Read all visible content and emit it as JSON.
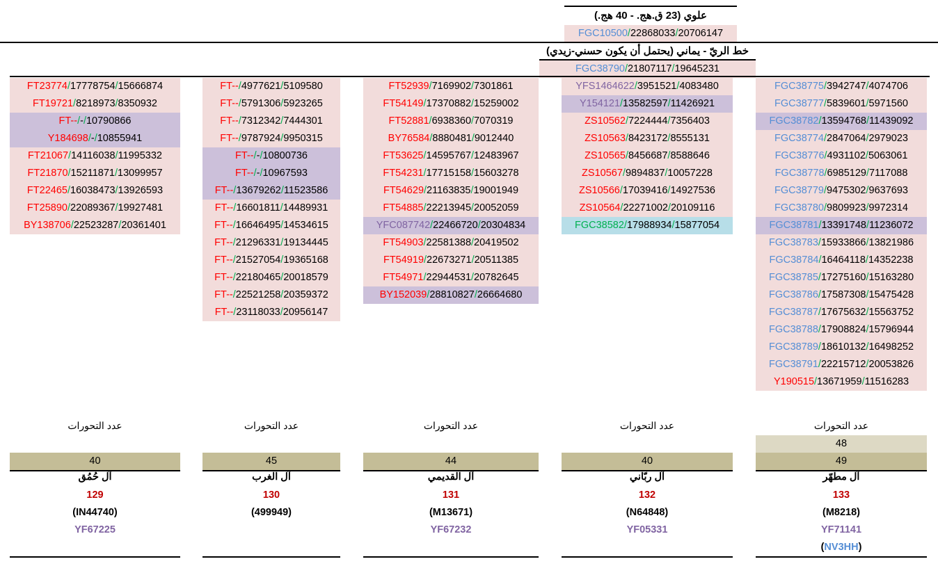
{
  "top": {
    "title1": "علوي (23 ق.هج. - 40 هج.)",
    "row1": {
      "snp": "FGC10500",
      "pos1": "22868033",
      "pos2": "20706147",
      "bg": "pink",
      "snp_color": "blue"
    },
    "title2": "خط الريّ - يماني (يحتمل أن يكون حسني-زيدي)",
    "row2": {
      "snp": "FGC38790",
      "pos1": "21807117",
      "pos2": "19645231",
      "bg": "pink",
      "snp_color": "blue"
    }
  },
  "columns": [
    {
      "rows": [
        {
          "snp": "FT23774",
          "pos1": "17778754",
          "pos2": "15666874",
          "bg": "pink",
          "snp_color": "red"
        },
        {
          "snp": "FT19721",
          "pos1": "8218973",
          "pos2": "8350932",
          "bg": "pink",
          "snp_color": "red"
        },
        {
          "snp": "FT--",
          "pos1": "-",
          "pos2": "10790866",
          "bg": "purple",
          "snp_color": "red"
        },
        {
          "snp": "Y184698",
          "pos1": "-",
          "pos2": "10855941",
          "bg": "purple",
          "snp_color": "red"
        },
        {
          "snp": "FT21067",
          "pos1": "14116038",
          "pos2": "11995332",
          "bg": "pink",
          "snp_color": "red"
        },
        {
          "snp": "FT21870",
          "pos1": "15211871",
          "pos2": "13099957",
          "bg": "pink",
          "snp_color": "red"
        },
        {
          "snp": "FT22465",
          "pos1": "16038473",
          "pos2": "13926593",
          "bg": "pink",
          "snp_color": "red"
        },
        {
          "snp": "FT25890",
          "pos1": "22089367",
          "pos2": "19927481",
          "bg": "pink",
          "snp_color": "red"
        },
        {
          "snp": "BY138706",
          "pos1": "22523287",
          "pos2": "20361401",
          "bg": "pink",
          "snp_color": "red"
        }
      ],
      "footer": {
        "label": "عدد التحورات",
        "counts": [
          "40"
        ],
        "name": "آل حُمُق",
        "number": "129",
        "haplo": "(IN44740)",
        "sub": "YF67225"
      }
    },
    {
      "rows": [
        {
          "snp": "FT--",
          "pos1": "4977621",
          "pos2": "5109580",
          "bg": "pink",
          "snp_color": "red"
        },
        {
          "snp": "FT--",
          "pos1": "5791306",
          "pos2": "5923265",
          "bg": "pink",
          "snp_color": "red"
        },
        {
          "snp": "FT--",
          "pos1": "7312342",
          "pos2": "7444301",
          "bg": "pink",
          "snp_color": "red"
        },
        {
          "snp": "FT--",
          "pos1": "9787924",
          "pos2": "9950315",
          "bg": "pink",
          "snp_color": "red"
        },
        {
          "snp": "FT--",
          "pos1": "-",
          "pos2": "10800736",
          "bg": "purple",
          "snp_color": "red"
        },
        {
          "snp": "FT--",
          "pos1": "-",
          "pos2": "10967593",
          "bg": "purple",
          "snp_color": "red"
        },
        {
          "snp": "FT--",
          "pos1": "13679262",
          "pos2": "11523586",
          "bg": "purple",
          "snp_color": "red"
        },
        {
          "snp": "FT--",
          "pos1": "16601811",
          "pos2": "14489931",
          "bg": "pink",
          "snp_color": "red"
        },
        {
          "snp": "FT--",
          "pos1": "16646495",
          "pos2": "14534615",
          "bg": "pink",
          "snp_color": "red"
        },
        {
          "snp": "FT--",
          "pos1": "21296331",
          "pos2": "19134445",
          "bg": "pink",
          "snp_color": "red"
        },
        {
          "snp": "FT--",
          "pos1": "21527054",
          "pos2": "19365168",
          "bg": "pink",
          "snp_color": "red"
        },
        {
          "snp": "FT--",
          "pos1": "22180465",
          "pos2": "20018579",
          "bg": "pink",
          "snp_color": "red"
        },
        {
          "snp": "FT--",
          "pos1": "22521258",
          "pos2": "20359372",
          "bg": "pink",
          "snp_color": "red"
        },
        {
          "snp": "FT--",
          "pos1": "23118033",
          "pos2": "20956147",
          "bg": "pink",
          "snp_color": "red"
        }
      ],
      "footer": {
        "label": "عدد التحورات",
        "counts": [
          "45"
        ],
        "name": "آل الغرب",
        "number": "130",
        "haplo": "(499949)",
        "sub": ""
      }
    },
    {
      "rows": [
        {
          "snp": "FT52939",
          "pos1": "7169902",
          "pos2": "7301861",
          "bg": "pink",
          "snp_color": "red"
        },
        {
          "snp": "FT54149",
          "pos1": "17370882",
          "pos2": "15259002",
          "bg": "pink",
          "snp_color": "red"
        },
        {
          "snp": "FT52881",
          "pos1": "6938360",
          "pos2": "7070319",
          "bg": "pink",
          "snp_color": "red"
        },
        {
          "snp": "BY76584",
          "pos1": "8880481",
          "pos2": "9012440",
          "bg": "pink",
          "snp_color": "red"
        },
        {
          "snp": "FT53625",
          "pos1": "14595767",
          "pos2": "12483967",
          "bg": "pink",
          "snp_color": "red"
        },
        {
          "snp": "FT54231",
          "pos1": "17715158",
          "pos2": "15603278",
          "bg": "pink",
          "snp_color": "red"
        },
        {
          "snp": "FT54629",
          "pos1": "21163835",
          "pos2": "19001949",
          "bg": "pink",
          "snp_color": "red"
        },
        {
          "snp": "FT54885",
          "pos1": "22213945",
          "pos2": "20052059",
          "bg": "pink",
          "snp_color": "red"
        },
        {
          "snp": "YFC087742",
          "pos1": "22466720",
          "pos2": "20304834",
          "bg": "purple",
          "snp_color": "purple"
        },
        {
          "snp": "FT54903",
          "pos1": "22581388",
          "pos2": "20419502",
          "bg": "pink",
          "snp_color": "red"
        },
        {
          "snp": "FT54919",
          "pos1": "22673271",
          "pos2": "20511385",
          "bg": "pink",
          "snp_color": "red"
        },
        {
          "snp": "FT54971",
          "pos1": "22944531",
          "pos2": "20782645",
          "bg": "pink",
          "snp_color": "red"
        },
        {
          "snp": "BY152039",
          "pos1": "28810827",
          "pos2": "26664680",
          "bg": "purple",
          "snp_color": "red"
        }
      ],
      "footer": {
        "label": "عدد التحورات",
        "counts": [
          "44"
        ],
        "name": "آل القديمي",
        "number": "131",
        "haplo": "(M13671)",
        "sub": "YF67232"
      }
    },
    {
      "rows": [
        {
          "snp": "YFS1464622",
          "pos1": "3951521",
          "pos2": "4083480",
          "bg": "pink",
          "snp_color": "purple"
        },
        {
          "snp": "Y154121",
          "pos1": "13582597",
          "pos2": "11426921",
          "bg": "purple",
          "snp_color": "purple"
        },
        {
          "snp": "ZS10562",
          "pos1": "7224444",
          "pos2": "7356403",
          "bg": "pink",
          "snp_color": "red"
        },
        {
          "snp": "ZS10563",
          "pos1": "8423172",
          "pos2": "8555131",
          "bg": "pink",
          "snp_color": "red"
        },
        {
          "snp": "ZS10565",
          "pos1": "8456687",
          "pos2": "8588646",
          "bg": "pink",
          "snp_color": "red"
        },
        {
          "snp": "ZS10567",
          "pos1": "9894837",
          "pos2": "10057228",
          "bg": "pink",
          "snp_color": "red"
        },
        {
          "snp": "ZS10566",
          "pos1": "17039416",
          "pos2": "14927536",
          "bg": "pink",
          "snp_color": "red"
        },
        {
          "snp": "ZS10564",
          "pos1": "22271002",
          "pos2": "20109116",
          "bg": "pink",
          "snp_color": "red"
        },
        {
          "snp": "FGC38582",
          "pos1": "17988934",
          "pos2": "15877054",
          "bg": "cyan",
          "snp_color": "green"
        }
      ],
      "footer": {
        "label": "عدد التحورات",
        "counts": [
          "40"
        ],
        "name": "آل ربّاني",
        "number": "132",
        "haplo": "(N64848)",
        "sub": "YF05331"
      }
    },
    {
      "rows": [
        {
          "snp": "FGC38775",
          "pos1": "3942747",
          "pos2": "4074706",
          "bg": "pink",
          "snp_color": "blue"
        },
        {
          "snp": "FGC38777",
          "pos1": "5839601",
          "pos2": "5971560",
          "bg": "pink",
          "snp_color": "blue"
        },
        {
          "snp": "FGC38782",
          "pos1": "13594768",
          "pos2": "11439092",
          "bg": "purple",
          "snp_color": "blue"
        },
        {
          "snp": "FGC38774",
          "pos1": "2847064",
          "pos2": "2979023",
          "bg": "pink",
          "snp_color": "blue"
        },
        {
          "snp": "FGC38776",
          "pos1": "4931102",
          "pos2": "5063061",
          "bg": "pink",
          "snp_color": "blue"
        },
        {
          "snp": "FGC38778",
          "pos1": "6985129",
          "pos2": "7117088",
          "bg": "pink",
          "snp_color": "blue"
        },
        {
          "snp": "FGC38779",
          "pos1": "9475302",
          "pos2": "9637693",
          "bg": "pink",
          "snp_color": "blue"
        },
        {
          "snp": "FGC38780",
          "pos1": "9809923",
          "pos2": "9972314",
          "bg": "pink",
          "snp_color": "blue"
        },
        {
          "snp": "FGC38781",
          "pos1": "13391748",
          "pos2": "11236072",
          "bg": "purple",
          "snp_color": "blue"
        },
        {
          "snp": "FGC38783",
          "pos1": "15933866",
          "pos2": "13821986",
          "bg": "pink",
          "snp_color": "blue"
        },
        {
          "snp": "FGC38784",
          "pos1": "16464118",
          "pos2": "14352238",
          "bg": "pink",
          "snp_color": "blue"
        },
        {
          "snp": "FGC38785",
          "pos1": "17275160",
          "pos2": "15163280",
          "bg": "pink",
          "snp_color": "blue"
        },
        {
          "snp": "FGC38786",
          "pos1": "17587308",
          "pos2": "15475428",
          "bg": "pink",
          "snp_color": "blue"
        },
        {
          "snp": "FGC38787",
          "pos1": "17675632",
          "pos2": "15563752",
          "bg": "pink",
          "snp_color": "blue"
        },
        {
          "snp": "FGC38788",
          "pos1": "17908824",
          "pos2": "15796944",
          "bg": "pink",
          "snp_color": "blue"
        },
        {
          "snp": "FGC38789",
          "pos1": "18610132",
          "pos2": "16498252",
          "bg": "pink",
          "snp_color": "blue"
        },
        {
          "snp": "FGC38791",
          "pos1": "22215712",
          "pos2": "20053826",
          "bg": "pink",
          "snp_color": "blue"
        },
        {
          "snp": "Y190515",
          "pos1": "13671959",
          "pos2": "11516283",
          "bg": "pink",
          "snp_color": "red"
        }
      ],
      "footer": {
        "label": "عدد التحورات",
        "counts": [
          "48",
          "49"
        ],
        "name": "آل مطهّر",
        "number": "133",
        "haplo": "(M8218)",
        "sub": "YF71141",
        "extra": "NV3HH"
      }
    }
  ]
}
